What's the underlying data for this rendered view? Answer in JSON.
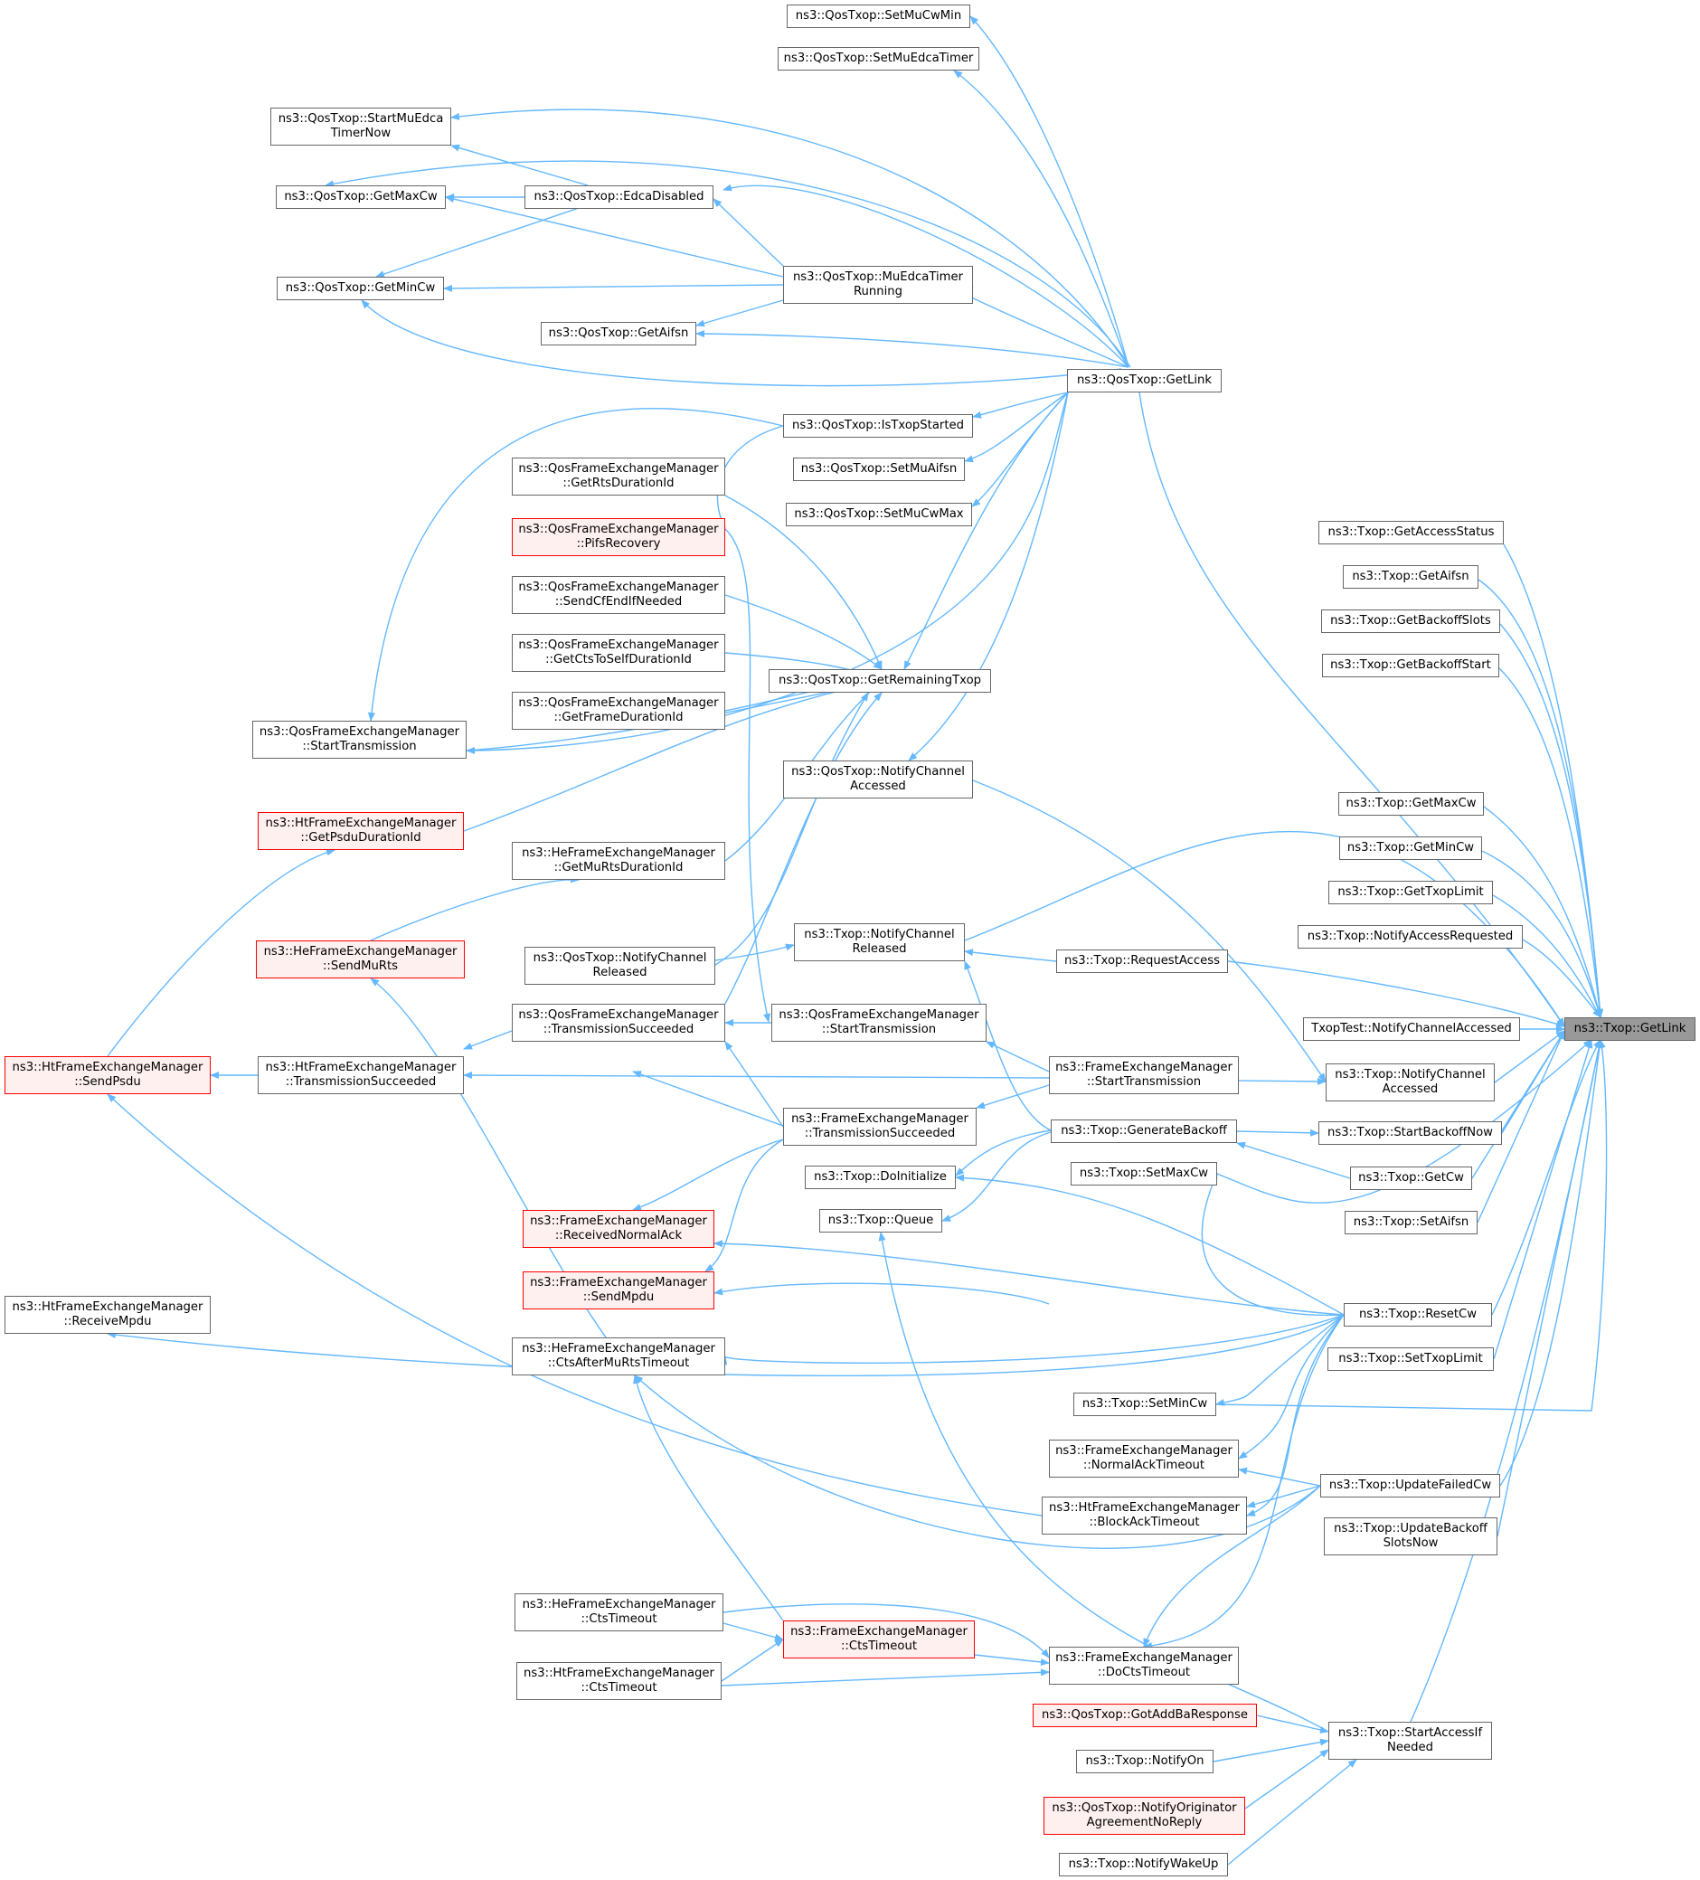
{
  "focus_node": "ns3::Txop::GetLink",
  "edge_color": "#63b8ff",
  "nodes": {
    "qos_set_mu_cw_min": {
      "lines": [
        "ns3::QosTxop::SetMuCwMin"
      ]
    },
    "qos_set_mu_edca_timer": {
      "lines": [
        "ns3::QosTxop::SetMuEdcaTimer"
      ]
    },
    "qos_start_mu_edca_timer_now": {
      "lines": [
        "ns3::QosTxop::StartMuEdca",
        "TimerNow"
      ]
    },
    "qos_get_max_cw": {
      "lines": [
        "ns3::QosTxop::GetMaxCw"
      ]
    },
    "qos_edca_disabled": {
      "lines": [
        "ns3::QosTxop::EdcaDisabled"
      ]
    },
    "qos_get_min_cw": {
      "lines": [
        "ns3::QosTxop::GetMinCw"
      ]
    },
    "qos_mu_edca_timer_running": {
      "lines": [
        "ns3::QosTxop::MuEdcaTimer",
        "Running"
      ]
    },
    "qos_get_aifsn": {
      "lines": [
        "ns3::QosTxop::GetAifsn"
      ]
    },
    "qos_get_link": {
      "lines": [
        "ns3::QosTxop::GetLink"
      ]
    },
    "qos_is_txop_started": {
      "lines": [
        "ns3::QosTxop::IsTxopStarted"
      ]
    },
    "qos_set_mu_aifsn": {
      "lines": [
        "ns3::QosTxop::SetMuAifsn"
      ]
    },
    "qos_set_mu_cw_max": {
      "lines": [
        "ns3::QosTxop::SetMuCwMax"
      ]
    },
    "qfem_get_rts_duration_id": {
      "lines": [
        "ns3::QosFrameExchangeManager",
        "::GetRtsDurationId"
      ]
    },
    "qfem_pifs_recovery": {
      "lines": [
        "ns3::QosFrameExchangeManager",
        "::PifsRecovery"
      ]
    },
    "qfem_send_cf_end_if_needed": {
      "lines": [
        "ns3::QosFrameExchangeManager",
        "::SendCfEndIfNeeded"
      ]
    },
    "qfem_get_cts_to_self_duration_id": {
      "lines": [
        "ns3::QosFrameExchangeManager",
        "::GetCtsToSelfDurationId"
      ]
    },
    "qos_get_remaining_txop": {
      "lines": [
        "ns3::QosTxop::GetRemainingTxop"
      ]
    },
    "qfem_get_frame_duration_id": {
      "lines": [
        "ns3::QosFrameExchangeManager",
        "::GetFrameDurationId"
      ]
    },
    "qfem_start_transmission_left": {
      "lines": [
        "ns3::QosFrameExchangeManager",
        "::StartTransmission"
      ]
    },
    "qos_notify_channel_accessed": {
      "lines": [
        "ns3::QosTxop::NotifyChannel",
        "Accessed"
      ]
    },
    "htfem_get_psdu_duration_id": {
      "lines": [
        "ns3::HtFrameExchangeManager",
        "::GetPsduDurationId"
      ]
    },
    "hefem_get_mu_rts_duration_id": {
      "lines": [
        "ns3::HeFrameExchangeManager",
        "::GetMuRtsDurationId"
      ]
    },
    "hefem_send_mu_rts": {
      "lines": [
        "ns3::HeFrameExchangeManager",
        "::SendMuRts"
      ]
    },
    "txop_notify_channel_released": {
      "lines": [
        "ns3::Txop::NotifyChannel",
        "Released"
      ]
    },
    "qos_notify_channel_released": {
      "lines": [
        "ns3::QosTxop::NotifyChannel",
        "Released"
      ]
    },
    "txop_request_access": {
      "lines": [
        "ns3::Txop::RequestAccess"
      ]
    },
    "qfem_transmission_succeeded": {
      "lines": [
        "ns3::QosFrameExchangeManager",
        "::TransmissionSucceeded"
      ]
    },
    "qfem_start_transmission_mid": {
      "lines": [
        "ns3::QosFrameExchangeManager",
        "::StartTransmission"
      ]
    },
    "htfem_send_psdu": {
      "lines": [
        "ns3::HtFrameExchangeManager",
        "::SendPsdu"
      ]
    },
    "htfem_transmission_succeeded": {
      "lines": [
        "ns3::HtFrameExchangeManager",
        "::TransmissionSucceeded"
      ]
    },
    "fem_start_transmission": {
      "lines": [
        "ns3::FrameExchangeManager",
        "::StartTransmission"
      ]
    },
    "fem_transmission_succeeded": {
      "lines": [
        "ns3::FrameExchangeManager",
        "::TransmissionSucceeded"
      ]
    },
    "txop_generate_backoff": {
      "lines": [
        "ns3::Txop::GenerateBackoff"
      ]
    },
    "txop_do_initialize": {
      "lines": [
        "ns3::Txop::DoInitialize"
      ]
    },
    "txop_set_max_cw": {
      "lines": [
        "ns3::Txop::SetMaxCw"
      ]
    },
    "txop_queue": {
      "lines": [
        "ns3::Txop::Queue"
      ]
    },
    "fem_received_normal_ack": {
      "lines": [
        "ns3::FrameExchangeManager",
        "::ReceivedNormalAck"
      ]
    },
    "fem_send_mpdu": {
      "lines": [
        "ns3::FrameExchangeManager",
        "::SendMpdu"
      ]
    },
    "htfem_receive_mpdu": {
      "lines": [
        "ns3::HtFrameExchangeManager",
        "::ReceiveMpdu"
      ]
    },
    "hefem_cts_after_mu_rts_timeout": {
      "lines": [
        "ns3::HeFrameExchangeManager",
        "::CtsAfterMuRtsTimeout"
      ]
    },
    "txop_reset_cw": {
      "lines": [
        "ns3::Txop::ResetCw"
      ]
    },
    "txop_set_min_cw": {
      "lines": [
        "ns3::Txop::SetMinCw"
      ]
    },
    "fem_normal_ack_timeout": {
      "lines": [
        "ns3::FrameExchangeManager",
        "::NormalAckTimeout"
      ]
    },
    "htfem_block_ack_timeout": {
      "lines": [
        "ns3::HtFrameExchangeManager",
        "::BlockAckTimeout"
      ]
    },
    "txop_update_failed_cw": {
      "lines": [
        "ns3::Txop::UpdateFailedCw"
      ]
    },
    "hefem_cts_timeout": {
      "lines": [
        "ns3::HeFrameExchangeManager",
        "::CtsTimeout"
      ]
    },
    "fem_cts_timeout": {
      "lines": [
        "ns3::FrameExchangeManager",
        "::CtsTimeout"
      ]
    },
    "htfem_cts_timeout": {
      "lines": [
        "ns3::HtFrameExchangeManager",
        "::CtsTimeout"
      ]
    },
    "fem_do_cts_timeout": {
      "lines": [
        "ns3::FrameExchangeManager",
        "::DoCtsTimeout"
      ]
    },
    "qos_got_add_ba_response": {
      "lines": [
        "ns3::QosTxop::GotAddBaResponse"
      ]
    },
    "txop_notify_on": {
      "lines": [
        "ns3::Txop::NotifyOn"
      ]
    },
    "qos_notify_originator_agreement_no_reply": {
      "lines": [
        "ns3::QosTxop::NotifyOriginator",
        "AgreementNoReply"
      ]
    },
    "txop_notify_wake_up": {
      "lines": [
        "ns3::Txop::NotifyWakeUp"
      ]
    },
    "txop_start_access_if_needed": {
      "lines": [
        "ns3::Txop::StartAccessIf",
        "Needed"
      ]
    },
    "txop_get_access_status": {
      "lines": [
        "ns3::Txop::GetAccessStatus"
      ]
    },
    "txop_get_aifsn": {
      "lines": [
        "ns3::Txop::GetAifsn"
      ]
    },
    "txop_get_backoff_slots": {
      "lines": [
        "ns3::Txop::GetBackoffSlots"
      ]
    },
    "txop_get_backoff_start": {
      "lines": [
        "ns3::Txop::GetBackoffStart"
      ]
    },
    "txop_get_max_cw": {
      "lines": [
        "ns3::Txop::GetMaxCw"
      ]
    },
    "txop_get_min_cw": {
      "lines": [
        "ns3::Txop::GetMinCw"
      ]
    },
    "txop_get_txop_limit": {
      "lines": [
        "ns3::Txop::GetTxopLimit"
      ]
    },
    "txop_notify_access_requested": {
      "lines": [
        "ns3::Txop::NotifyAccessRequested"
      ]
    },
    "txoptest_notify_channel_accessed": {
      "lines": [
        "TxopTest::NotifyChannelAccessed"
      ]
    },
    "txop_get_link": {
      "lines": [
        "ns3::Txop::GetLink"
      ]
    },
    "txop_notify_channel_accessed": {
      "lines": [
        "ns3::Txop::NotifyChannel",
        "Accessed"
      ]
    },
    "txop_start_backoff_now": {
      "lines": [
        "ns3::Txop::StartBackoffNow"
      ]
    },
    "txop_get_cw": {
      "lines": [
        "ns3::Txop::GetCw"
      ]
    },
    "txop_set_aifsn": {
      "lines": [
        "ns3::Txop::SetAifsn"
      ]
    },
    "txop_set_txop_limit": {
      "lines": [
        "ns3::Txop::SetTxopLimit"
      ]
    },
    "txop_update_backoff_slots_now": {
      "lines": [
        "ns3::Txop::UpdateBackoff",
        "SlotsNow"
      ]
    }
  }
}
